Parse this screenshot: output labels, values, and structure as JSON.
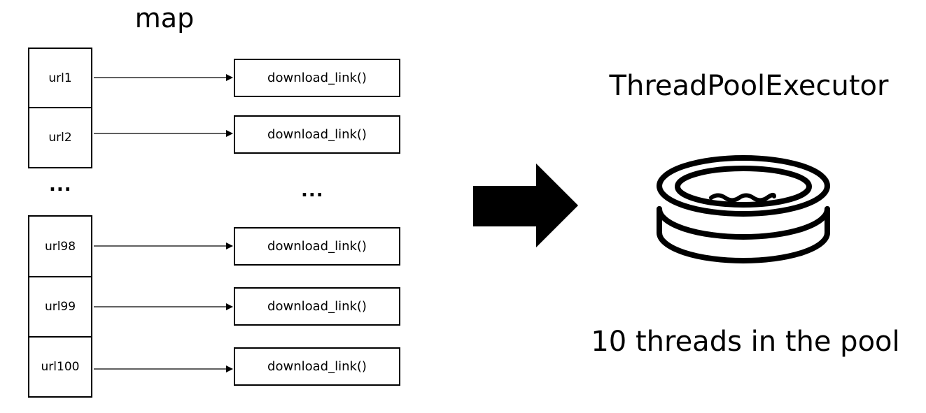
{
  "left": {
    "title": "map",
    "urls": [
      "url1",
      "url2",
      "url98",
      "url99",
      "url100"
    ],
    "url_ellipsis": "...",
    "functions": [
      "download_link()",
      "download_link()",
      "download_link()",
      "download_link()",
      "download_link()"
    ],
    "fn_ellipsis": "..."
  },
  "right": {
    "executor_title": "ThreadPoolExecutor",
    "pool_icon": "pool-icon",
    "caption": "10 threads in the pool"
  },
  "arrow_icon": "big-right-arrow-icon"
}
